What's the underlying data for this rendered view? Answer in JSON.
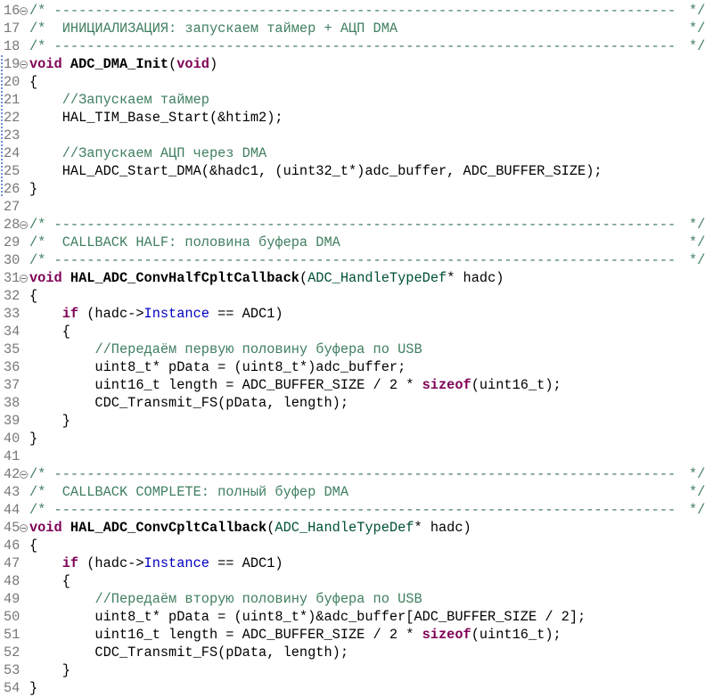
{
  "editor": {
    "lines": [
      {
        "n": "16",
        "fold": true,
        "tokens": [
          {
            "t": "/* ----------------------------------------------------------------------------",
            "c": "cm"
          }
        ],
        "close": "*/"
      },
      {
        "n": "17",
        "tokens": [
          {
            "t": "/*  ИНИЦИАЛИЗАЦИЯ: запускаем таймер + АЦП DMA",
            "c": "cm"
          }
        ],
        "close": "*/"
      },
      {
        "n": "18",
        "tokens": [
          {
            "t": "/* ----------------------------------------------------------------------------",
            "c": "cm"
          }
        ],
        "close": "*/"
      },
      {
        "n": "19",
        "fold": true,
        "mark": true,
        "tokens": [
          {
            "t": "void",
            "c": "kw"
          },
          {
            "t": " "
          },
          {
            "t": "ADC_DMA_Init",
            "c": "fn"
          },
          {
            "t": "("
          },
          {
            "t": "void",
            "c": "kw"
          },
          {
            "t": ")"
          }
        ]
      },
      {
        "n": "20",
        "mark": true,
        "tokens": [
          {
            "t": "{"
          }
        ]
      },
      {
        "n": "21",
        "mark": true,
        "tokens": [
          {
            "t": "    "
          },
          {
            "t": "//Запускаем таймер",
            "c": "cm"
          }
        ]
      },
      {
        "n": "22",
        "mark": true,
        "tokens": [
          {
            "t": "    HAL_TIM_Base_Start(&htim2);"
          }
        ]
      },
      {
        "n": "23",
        "mark": true,
        "tokens": [
          {
            "t": ""
          }
        ]
      },
      {
        "n": "24",
        "mark": true,
        "tokens": [
          {
            "t": "    "
          },
          {
            "t": "//Запускаем АЦП через DMA",
            "c": "cm"
          }
        ]
      },
      {
        "n": "25",
        "mark": true,
        "tokens": [
          {
            "t": "    HAL_ADC_Start_DMA(&hadc1, (uint32_t*)adc_buffer, ADC_BUFFER_SIZE);"
          }
        ]
      },
      {
        "n": "26",
        "mark": true,
        "tokens": [
          {
            "t": "}"
          }
        ]
      },
      {
        "n": "27",
        "tokens": [
          {
            "t": ""
          }
        ]
      },
      {
        "n": "28",
        "fold": true,
        "tokens": [
          {
            "t": "/* ----------------------------------------------------------------------------",
            "c": "cm"
          }
        ],
        "close": "*/"
      },
      {
        "n": "29",
        "tokens": [
          {
            "t": "/*  CALLBACK HALF: половина буфера DMA",
            "c": "cm"
          }
        ],
        "close": "*/"
      },
      {
        "n": "30",
        "tokens": [
          {
            "t": "/* ----------------------------------------------------------------------------",
            "c": "cm"
          }
        ],
        "close": "*/"
      },
      {
        "n": "31",
        "fold": true,
        "tokens": [
          {
            "t": "void",
            "c": "kw"
          },
          {
            "t": " "
          },
          {
            "t": "HAL_ADC_ConvHalfCpltCallback",
            "c": "fn"
          },
          {
            "t": "("
          },
          {
            "t": "ADC_HandleTypeDef",
            "c": "ty"
          },
          {
            "t": "* hadc)"
          }
        ]
      },
      {
        "n": "32",
        "tokens": [
          {
            "t": "{"
          }
        ]
      },
      {
        "n": "33",
        "tokens": [
          {
            "t": "    "
          },
          {
            "t": "if",
            "c": "kw"
          },
          {
            "t": " (hadc->"
          },
          {
            "t": "Instance",
            "c": "fld"
          },
          {
            "t": " == ADC1)"
          }
        ]
      },
      {
        "n": "34",
        "tokens": [
          {
            "t": "    {"
          }
        ]
      },
      {
        "n": "35",
        "tokens": [
          {
            "t": "        "
          },
          {
            "t": "//Передаём первую половину буфера по USB",
            "c": "cm"
          }
        ]
      },
      {
        "n": "36",
        "tokens": [
          {
            "t": "        uint8_t* pData = (uint8_t*)adc_buffer;"
          }
        ]
      },
      {
        "n": "37",
        "tokens": [
          {
            "t": "        uint16_t length = ADC_BUFFER_SIZE / 2 * "
          },
          {
            "t": "sizeof",
            "c": "kw"
          },
          {
            "t": "(uint16_t);"
          }
        ]
      },
      {
        "n": "38",
        "tokens": [
          {
            "t": "        CDC_Transmit_FS(pData, length);"
          }
        ]
      },
      {
        "n": "39",
        "tokens": [
          {
            "t": "    }"
          }
        ]
      },
      {
        "n": "40",
        "tokens": [
          {
            "t": "}"
          }
        ]
      },
      {
        "n": "41",
        "tokens": [
          {
            "t": ""
          }
        ]
      },
      {
        "n": "42",
        "fold": true,
        "tokens": [
          {
            "t": "/* ----------------------------------------------------------------------------",
            "c": "cm"
          }
        ],
        "close": "*/"
      },
      {
        "n": "43",
        "tokens": [
          {
            "t": "/*  CALLBACK COMPLETE: полный буфер DMA",
            "c": "cm"
          }
        ],
        "close": "*/"
      },
      {
        "n": "44",
        "tokens": [
          {
            "t": "/* ----------------------------------------------------------------------------",
            "c": "cm"
          }
        ],
        "close": "*/"
      },
      {
        "n": "45",
        "fold": true,
        "tokens": [
          {
            "t": "void",
            "c": "kw"
          },
          {
            "t": " "
          },
          {
            "t": "HAL_ADC_ConvCpltCallback",
            "c": "fn"
          },
          {
            "t": "("
          },
          {
            "t": "ADC_HandleTypeDef",
            "c": "ty"
          },
          {
            "t": "* hadc)"
          }
        ]
      },
      {
        "n": "46",
        "tokens": [
          {
            "t": "{"
          }
        ]
      },
      {
        "n": "47",
        "tokens": [
          {
            "t": "    "
          },
          {
            "t": "if",
            "c": "kw"
          },
          {
            "t": " (hadc->"
          },
          {
            "t": "Instance",
            "c": "fld"
          },
          {
            "t": " == ADC1)"
          }
        ]
      },
      {
        "n": "48",
        "tokens": [
          {
            "t": "    {"
          }
        ]
      },
      {
        "n": "49",
        "tokens": [
          {
            "t": "        "
          },
          {
            "t": "//Передаём вторую половину буфера по USB",
            "c": "cm"
          }
        ]
      },
      {
        "n": "50",
        "tokens": [
          {
            "t": "        uint8_t* pData = (uint8_t*)&adc_buffer[ADC_BUFFER_SIZE / 2];"
          }
        ]
      },
      {
        "n": "51",
        "tokens": [
          {
            "t": "        uint16_t length = ADC_BUFFER_SIZE / 2 * "
          },
          {
            "t": "sizeof",
            "c": "kw"
          },
          {
            "t": "(uint16_t);"
          }
        ]
      },
      {
        "n": "52",
        "tokens": [
          {
            "t": "        CDC_Transmit_FS(pData, length);"
          }
        ]
      },
      {
        "n": "53",
        "tokens": [
          {
            "t": "    }"
          }
        ]
      },
      {
        "n": "54",
        "tokens": [
          {
            "t": "}"
          }
        ]
      }
    ]
  }
}
